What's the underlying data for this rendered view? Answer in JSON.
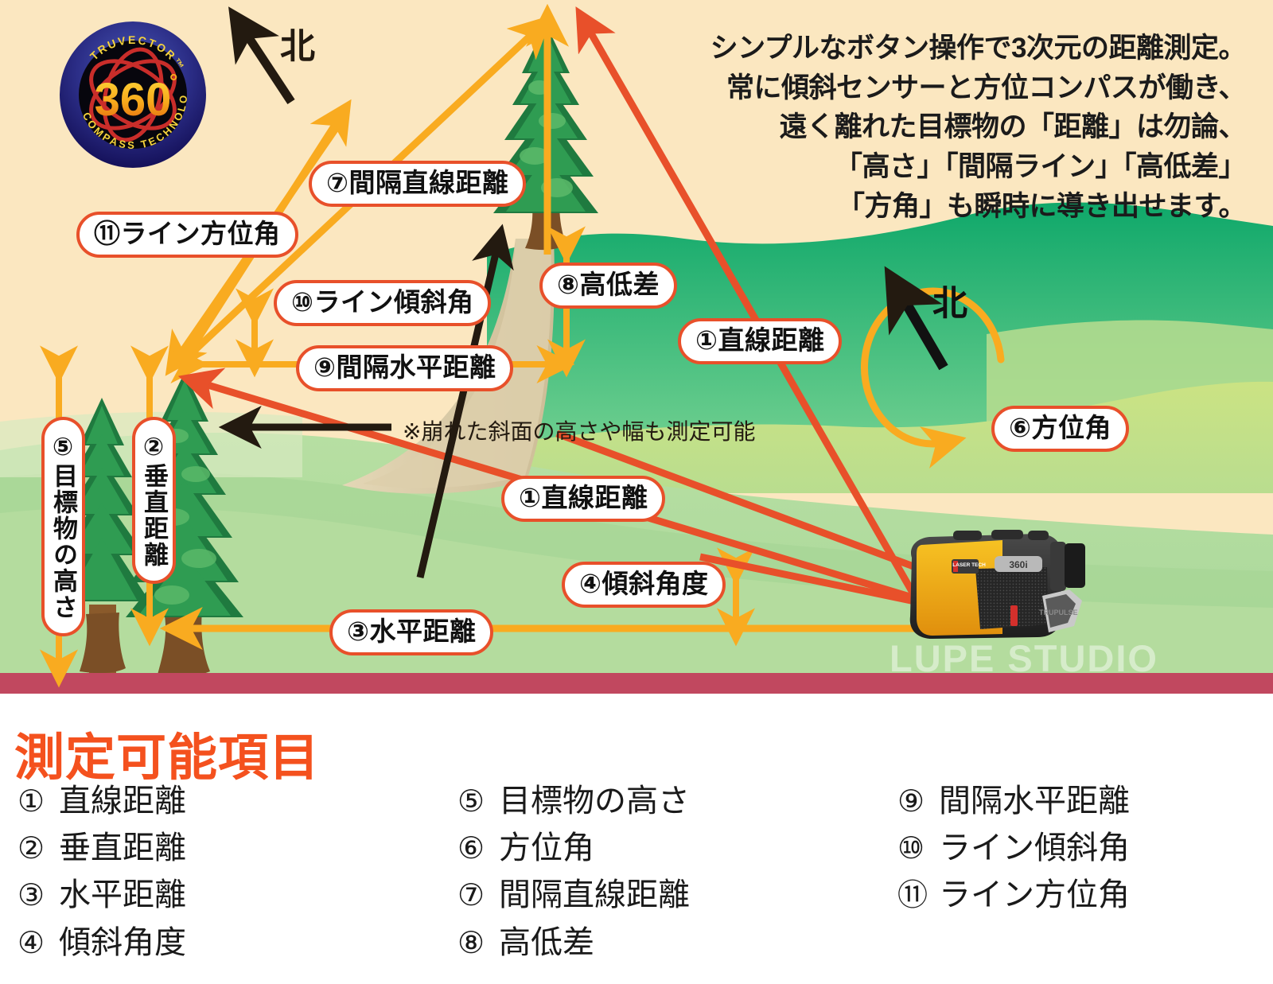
{
  "logo": {
    "top_text": "TRUVECTOR™",
    "center_text": "360",
    "degree": "°",
    "bottom_text": "COMPASS TECHNOLOGY"
  },
  "headline": {
    "line1": "シンプルなボタン操作で3次元の距離測定。",
    "line2": "常に傾斜センサーと方位コンパスが働き、",
    "line3": "遠く離れた目標物の「距離」は勿論、",
    "line4": "「高さ」「間隔ライン」「高低差」",
    "line5": "「方角」も瞬時に導き出せます。"
  },
  "scene": {
    "north_label_left": "北",
    "north_label_right": "北",
    "note": "※崩れた斜面の高さや幅も測定可能",
    "watermark": "LUPE STUDIO",
    "callouts": {
      "c7": "⑦間隔直線距離",
      "c11": "⑪ライン方位角",
      "c10": "⑩ライン傾斜角",
      "c9": "⑨間隔水平距離",
      "c8": "⑧高低差",
      "c1_top": "①直線距離",
      "c6": "⑥方位角",
      "c1_mid": "①直線距離",
      "c4": "④傾斜角度",
      "c3": "③水平距離",
      "c5": "⑤目標物の高さ",
      "c2": "②垂直距離"
    },
    "device_brand": "LASER TECH",
    "device_model": "360i",
    "device_series": "TRUPULSE"
  },
  "bottom": {
    "title": "測定可能項目",
    "columns": [
      [
        {
          "num": "①",
          "text": "直線距離"
        },
        {
          "num": "②",
          "text": "垂直距離"
        },
        {
          "num": "③",
          "text": "水平距離"
        },
        {
          "num": "④",
          "text": "傾斜角度"
        }
      ],
      [
        {
          "num": "⑤",
          "text": "目標物の高さ"
        },
        {
          "num": "⑥",
          "text": "方位角"
        },
        {
          "num": "⑦",
          "text": "間隔直線距離"
        },
        {
          "num": "⑧",
          "text": "高低差"
        }
      ],
      [
        {
          "num": "⑨",
          "text": "間隔水平距離"
        },
        {
          "num": "⑩",
          "text": "ライン傾斜角"
        },
        {
          "num": "⑪",
          "text": "ライン方位角"
        }
      ]
    ]
  },
  "colors": {
    "accent_orange": "#f4511e",
    "arrow_orange": "#e8502a",
    "arrow_yellow": "#f9ab20",
    "sky": "#fbe7c0",
    "ground_bar": "#c1485f",
    "badge_border": "#e8502a"
  }
}
